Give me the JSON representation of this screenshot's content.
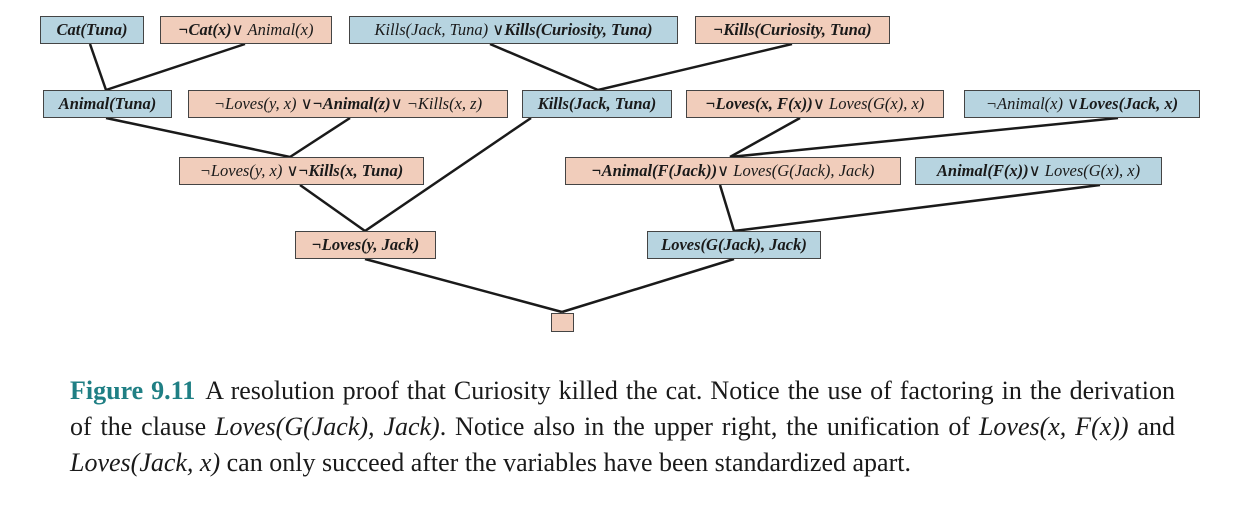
{
  "nodes": {
    "n1": [
      "Cat",
      "(Tuna)"
    ],
    "n2": [
      "¬Cat(x)",
      " ∨ Animal(x)"
    ],
    "n3": [
      "Kills(Jack, Tuna) ∨ ",
      "Kills(Curiosity, Tuna)"
    ],
    "n4": [
      "¬Kills(Curiosity, Tuna)"
    ],
    "n5": [
      "Animal(Tuna)"
    ],
    "n6": [
      "¬Loves(y, x) ∨ ",
      "¬Animal(z)",
      " ∨ ¬Kills(x, z)"
    ],
    "n7": [
      "Kills(Jack, Tuna)"
    ],
    "n8": [
      "¬Loves(x, F(x))",
      " ∨ Loves(G(x), x)"
    ],
    "n9": [
      "¬Animal(x) ∨ ",
      "Loves(Jack, x)"
    ],
    "n10": [
      "¬Loves(y, x) ∨ ",
      "¬Kills(x, Tuna)"
    ],
    "n11": [
      "¬Animal(F(Jack))",
      " ∨ Loves(G(Jack), Jack)"
    ],
    "n12": [
      "Animal(F(x))",
      " ∨ Loves(G(x), x)"
    ],
    "n13": [
      "¬Loves(y, Jack)"
    ],
    "n14": [
      "Loves(G(Jack), Jack)"
    ]
  },
  "caption": {
    "label": "Figure 9.11",
    "parts": [
      "A resolution proof that Curiosity killed the cat. Notice the use of factoring in the derivation of the clause ",
      "Loves(G(Jack), Jack)",
      ". Notice also in the upper right, the unification of ",
      "Loves(x, F(x))",
      " and ",
      "Loves(Jack, x)",
      " can only succeed after the variables have been standardized apart."
    ]
  }
}
